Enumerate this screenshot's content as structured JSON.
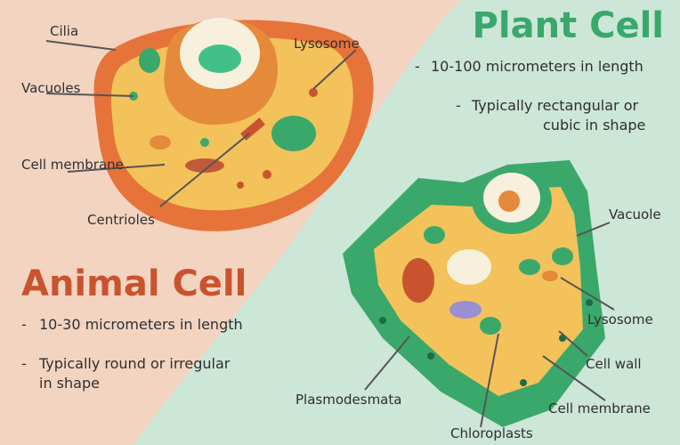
{
  "plant": {
    "title": "Plant Cell",
    "facts": [
      {
        "text": "10-100 micrometers in length",
        "line2": ""
      },
      {
        "text": "Typically rectangular or",
        "line2": "cubic in shape"
      }
    ],
    "labels": {
      "vacuole": "Vacuole",
      "lysosome": "Lysosome",
      "cell_wall": "Cell wall",
      "cell_membrane": "Cell membrane",
      "chloroplasts": "Chloroplasts",
      "plasmodesmata": "Plasmodesmata"
    }
  },
  "animal": {
    "title": "Animal Cell",
    "facts": [
      {
        "text": "10-30 micrometers in length",
        "line2": ""
      },
      {
        "text": "Typically round or irregular",
        "line2": "in shape"
      }
    ],
    "labels": {
      "cilia": "Cilia",
      "vacuoles": "Vacuoles",
      "cell_membrane": "Cell membrane",
      "centrioles": "Centrioles",
      "lysosome": "Lysosome"
    }
  },
  "bullet_char": "-",
  "colors": {
    "animal_bg": "#f3d4c1",
    "plant_bg": "#cce6d8",
    "animal_title": "#c9532f",
    "plant_title": "#3aa86b"
  }
}
